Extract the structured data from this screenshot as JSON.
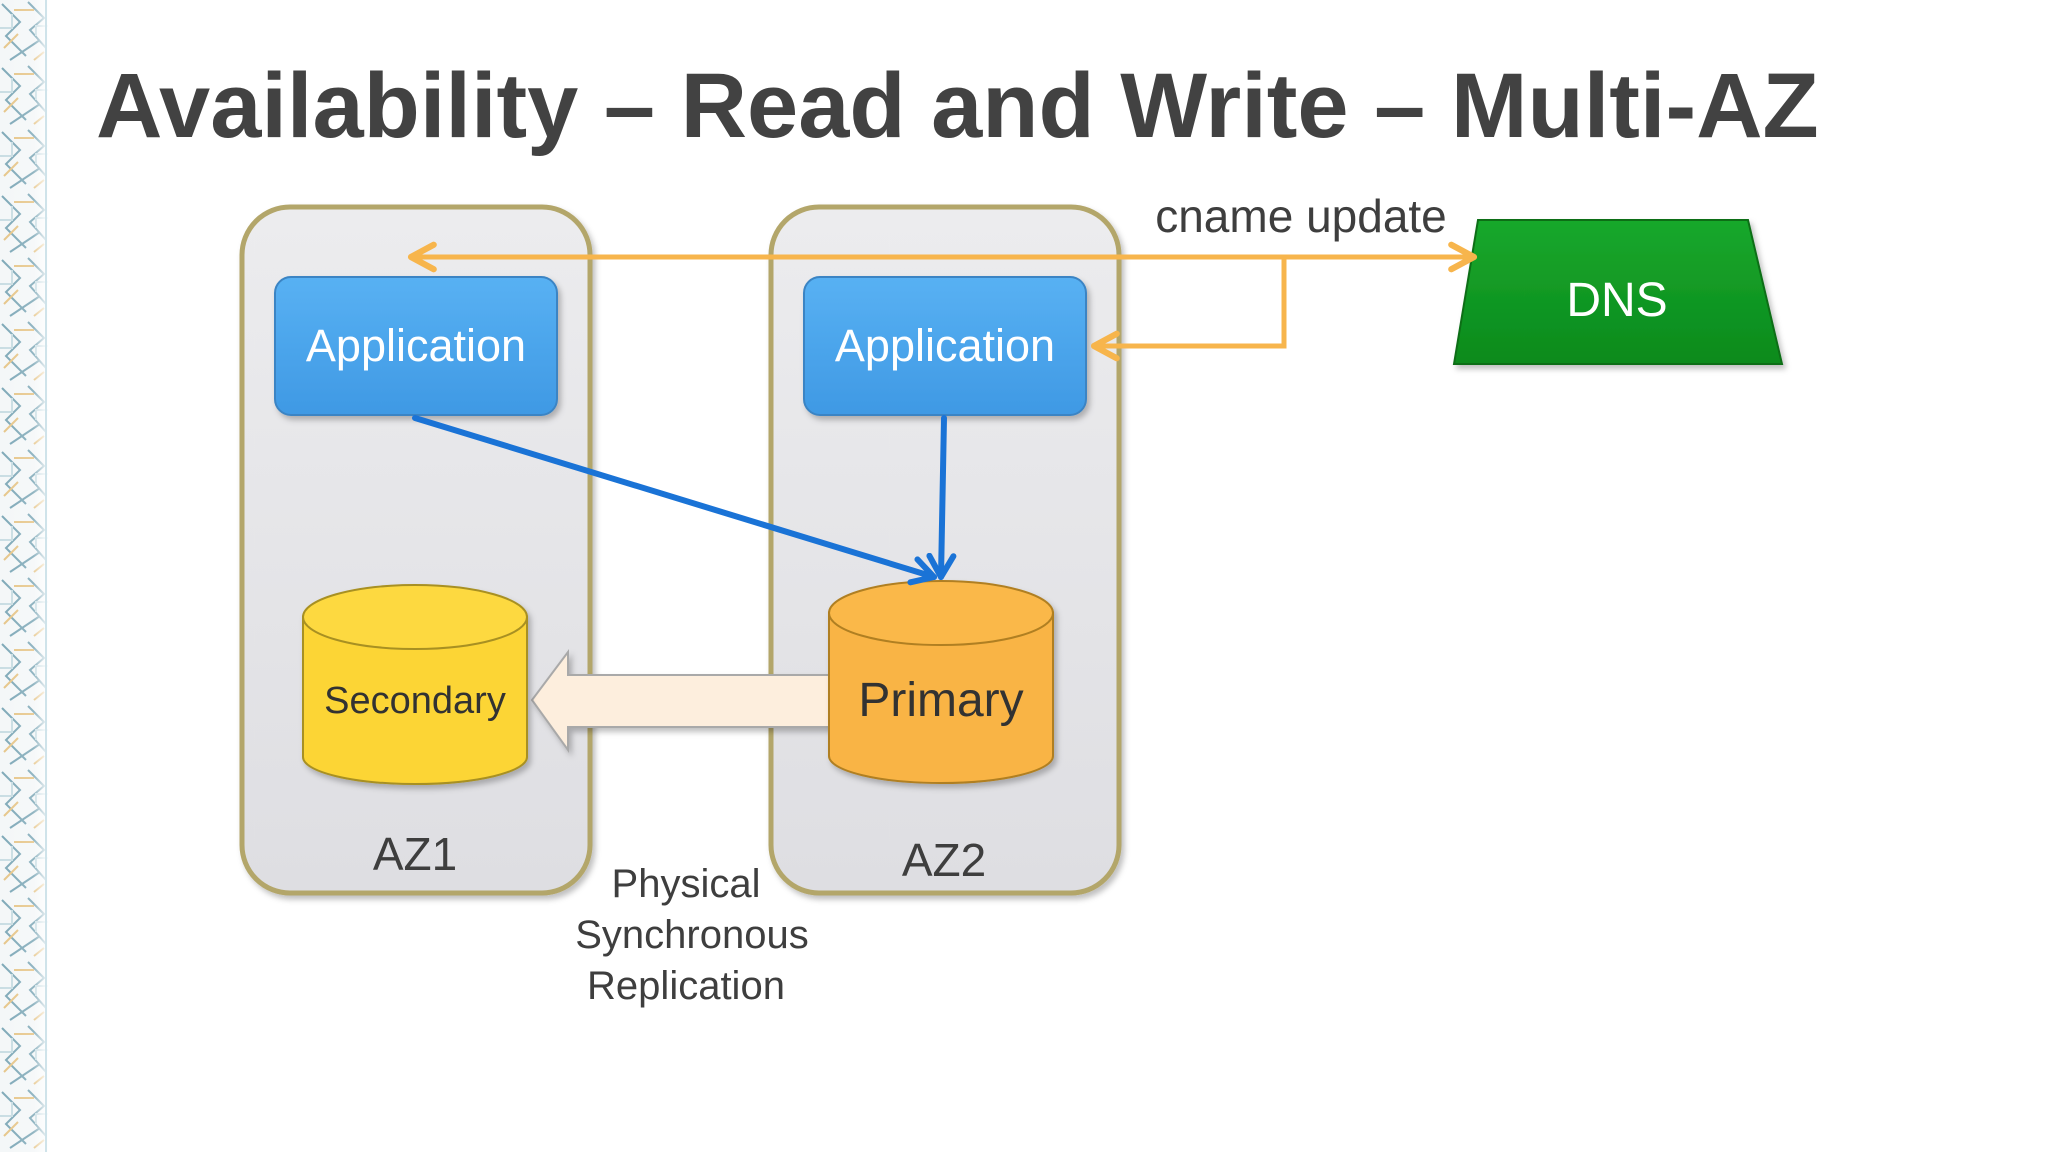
{
  "slide": {
    "title": "Availability – Read and Write – Multi-AZ"
  },
  "diagram": {
    "zones": [
      {
        "id": "az1",
        "label": "AZ1"
      },
      {
        "id": "az2",
        "label": "AZ2"
      }
    ],
    "nodes": {
      "app_az1": "Application",
      "app_az2": "Application",
      "db_secondary": "Secondary",
      "db_primary": "Primary",
      "dns": "DNS"
    },
    "edges": {
      "cname_label": "cname update",
      "replication_label": [
        "Physical",
        "Synchronous",
        "Replication"
      ]
    },
    "colors": {
      "zone_fill": "#e3e3e6",
      "zone_border": "#b3a66a",
      "application": "#4aa6ee",
      "secondary_db": "#fcd535",
      "primary_db": "#f9b445",
      "dns": "#0f9b22",
      "write_arrow": "#1a73d6",
      "cname_arrow": "#f7b54c",
      "replication_arrow": "#fdeedd"
    }
  }
}
